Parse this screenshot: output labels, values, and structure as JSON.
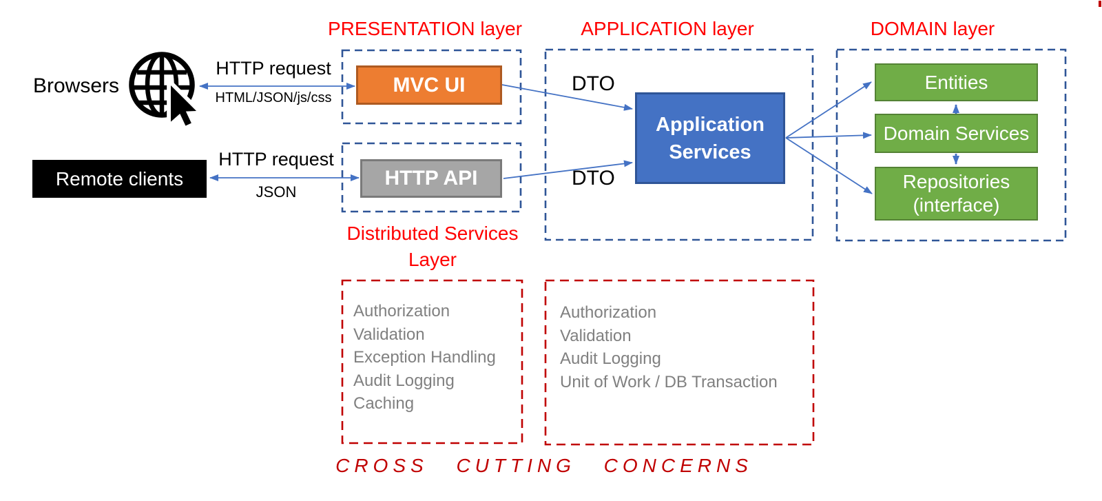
{
  "icons": {
    "browsers": "globe-with-cursor-icon"
  },
  "colors": {
    "layer_title_red": "#FF0000",
    "cross_cutting_red": "#C00000",
    "dashed_blue": "#2F5597",
    "arrow_blue": "#4472C4",
    "orange_fill": "#ED7D31",
    "orange_border": "#AE5A21",
    "gray_fill": "#A6A6A6",
    "gray_border": "#7A7A7A",
    "blue_fill": "#4472C4",
    "blue_border": "#2F5597",
    "green_fill": "#70AD47",
    "green_border": "#548235",
    "muted_text": "#808080"
  },
  "left": {
    "browsers_label": "Browsers",
    "remote_clients_label": "Remote clients",
    "browser_arrow_top_label": "HTTP request",
    "browser_arrow_bottom_label": "HTML/JSON/js/css",
    "remote_arrow_top_label": "HTTP request",
    "remote_arrow_bottom_label": "JSON"
  },
  "presentation": {
    "title": "PRESENTATION layer",
    "mvc_ui_label": "MVC UI",
    "http_api_label": "HTTP API",
    "distributed_title_line1": "Distributed Services",
    "distributed_title_line2": "Layer"
  },
  "application": {
    "title": "APPLICATION layer",
    "dto_top_label": "DTO",
    "dto_bottom_label": "DTO",
    "app_services_line1": "Application",
    "app_services_line2": "Services"
  },
  "domain": {
    "title": "DOMAIN layer",
    "entities_label": "Entities",
    "domain_services_label": "Domain Services",
    "repositories_line1": "Repositories",
    "repositories_line2": "(interface)"
  },
  "cross_cutting": {
    "left_items": [
      "Authorization",
      "Validation",
      "Exception Handling",
      "Audit Logging",
      "Caching"
    ],
    "right_items": [
      "Authorization",
      "Validation",
      "Audit Logging",
      "Unit of Work / DB Transaction"
    ],
    "footer": "CROSS CUTTING CONCERNS"
  }
}
